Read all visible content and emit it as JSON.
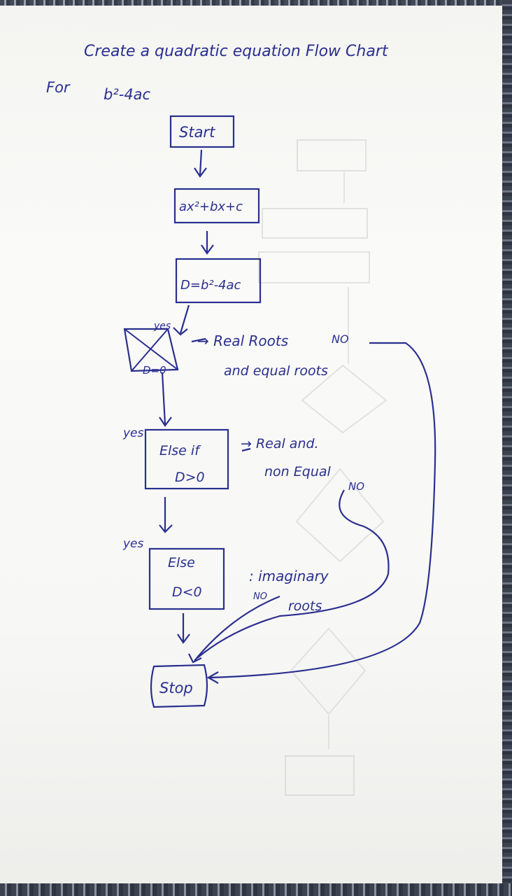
{
  "photo": {
    "subject": "handwritten flowchart on notebook paper",
    "ink_color": "#2a2f8f",
    "paper_color": "#f6f6f4",
    "background_color": "#3a4150"
  },
  "heading": {
    "line1": "Create a quadratic equation Flow Chart",
    "line2_prefix": "For",
    "line2_expr": "b²-4ac"
  },
  "nodes": {
    "start": "Start",
    "equation": "ax²+bx+c",
    "discriminant": "D=b²-4ac",
    "decision": "D=0",
    "elseif_line1": "Else if",
    "elseif_line2": "D>0",
    "else_line1": "Else",
    "else_line2": "D<0",
    "stop": "Stop"
  },
  "annotations": {
    "yes1": "yes",
    "yes2": "yes",
    "yes3": "yes",
    "no1": "NO",
    "no2": "NO",
    "no3": "NO",
    "real_equal_line1": "→ Real Roots",
    "real_equal_line2": "and equal roots",
    "real_nonequal_line1": "→ Real and.",
    "real_nonequal_line2": "non Equal",
    "imaginary_line1": ": imaginary",
    "imaginary_line2": "roots"
  }
}
